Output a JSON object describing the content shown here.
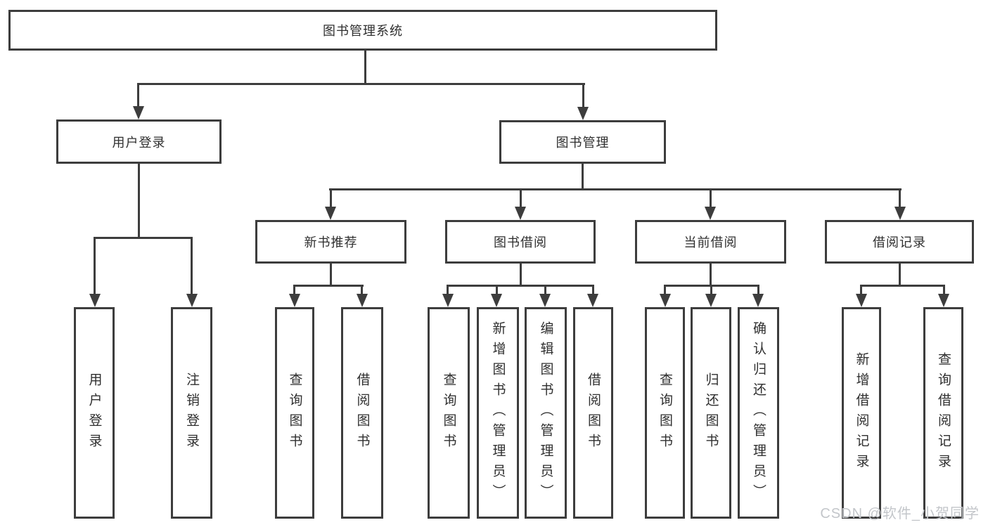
{
  "tree": {
    "root": "图书管理系统",
    "branches": [
      {
        "label": "用户登录",
        "children": [
          "用户登录",
          "注销登录"
        ]
      },
      {
        "label": "图书管理",
        "groups": [
          {
            "label": "新书推荐",
            "children": [
              "查询图书",
              "借阅图书"
            ]
          },
          {
            "label": "图书借阅",
            "children": [
              "查询图书",
              "新增图书（管理员）",
              "编辑图书（管理员）",
              "借阅图书"
            ]
          },
          {
            "label": "当前借阅",
            "children": [
              "查询图书",
              "归还图书",
              "确认归还（管理员）"
            ]
          },
          {
            "label": "借阅记录",
            "children": [
              "新增借阅记录",
              "查询借阅记录"
            ]
          }
        ]
      }
    ]
  },
  "colors": {
    "line": "#3d3d3d",
    "text": "#2f2f2f",
    "background": "#ffffff"
  },
  "watermark": "CSDN @软件_小贺同学"
}
